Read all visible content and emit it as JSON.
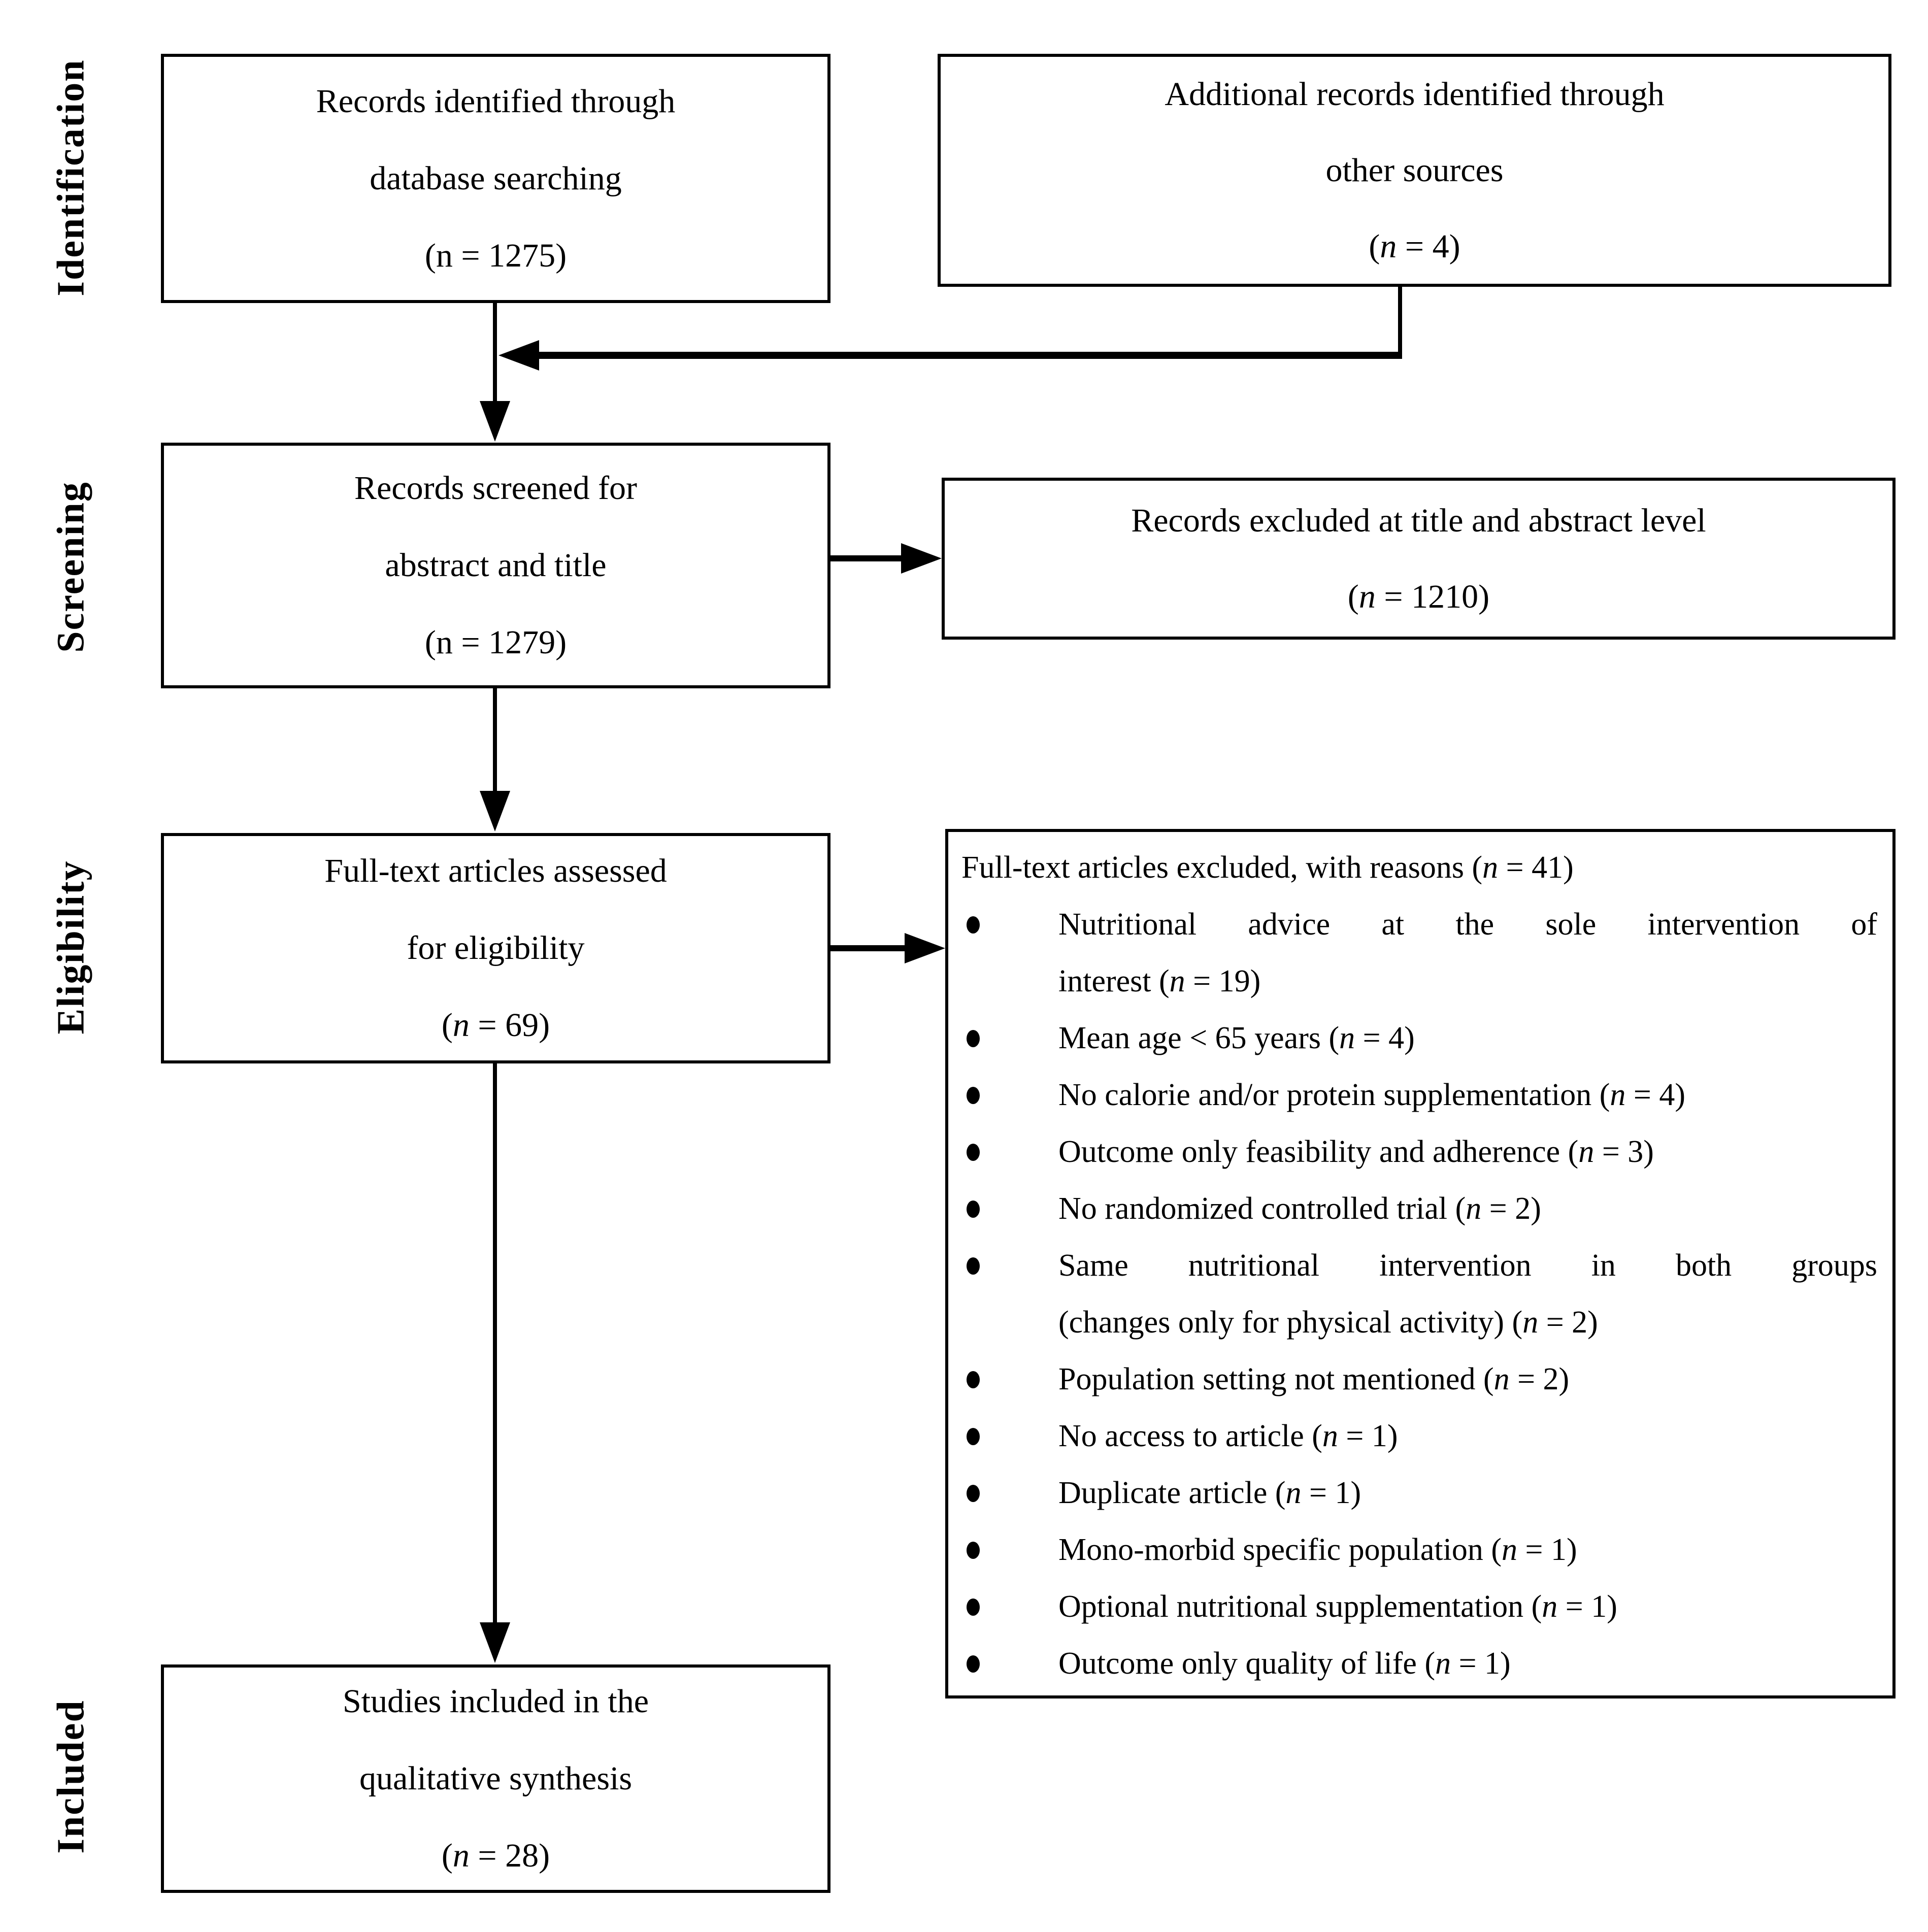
{
  "colors": {
    "ink": "#000000",
    "paper": "#ffffff"
  },
  "diagram": {
    "stages": [
      {
        "label": "Identification"
      },
      {
        "label": "Screening"
      },
      {
        "label": "Eligibility"
      },
      {
        "label": "Included"
      }
    ],
    "boxes": {
      "db_search": {
        "lines": [
          "Records identified through",
          "database searching",
          "(n = 1275)"
        ]
      },
      "other_sources": {
        "lines": [
          "Additional records identified through",
          "other sources",
          "(*n* = 4)"
        ]
      },
      "screened": {
        "lines": [
          "Records screened for",
          "abstract and title",
          "(n = 1279)"
        ]
      },
      "excluded_title_abstract": {
        "lines": [
          "Records excluded at title and abstract level",
          "(*n* = 1210)"
        ]
      },
      "fulltext_assessed": {
        "lines": [
          "Full-text articles assessed",
          "for eligibility",
          "(*n* = 69)"
        ]
      },
      "fulltext_excluded": {
        "header": "Full-text articles excluded, with reasons (*n* = 41)",
        "bullets": [
          {
            "lines": [
              "Nutritional advice at the sole intervention of",
              "interest (*n* = 19)"
            ]
          },
          {
            "lines": [
              "Mean age < 65 years (*n* = 4)"
            ]
          },
          {
            "lines": [
              "No calorie and/or protein supplementation (*n* = 4)"
            ]
          },
          {
            "lines": [
              "Outcome only feasibility and adherence (*n* = 3)"
            ]
          },
          {
            "lines": [
              "No randomized controlled trial (*n* = 2)"
            ]
          },
          {
            "lines": [
              "Same nutritional intervention in both groups",
              "(changes only for physical activity) (*n* = 2)"
            ]
          },
          {
            "lines": [
              "Population setting not mentioned (*n* = 2)"
            ]
          },
          {
            "lines": [
              "No access to article (*n* = 1)"
            ]
          },
          {
            "lines": [
              "Duplicate article (*n* = 1)"
            ]
          },
          {
            "lines": [
              "Mono-morbid specific population (*n* = 1)"
            ]
          },
          {
            "lines": [
              "Optional nutritional supplementation (*n* = 1)"
            ]
          },
          {
            "lines": [
              "Outcome only quality of life (*n* = 1)"
            ]
          }
        ]
      },
      "included_studies": {
        "lines": [
          "Studies included in the",
          "qualitative synthesis",
          "(*n* = 28)"
        ]
      }
    }
  }
}
